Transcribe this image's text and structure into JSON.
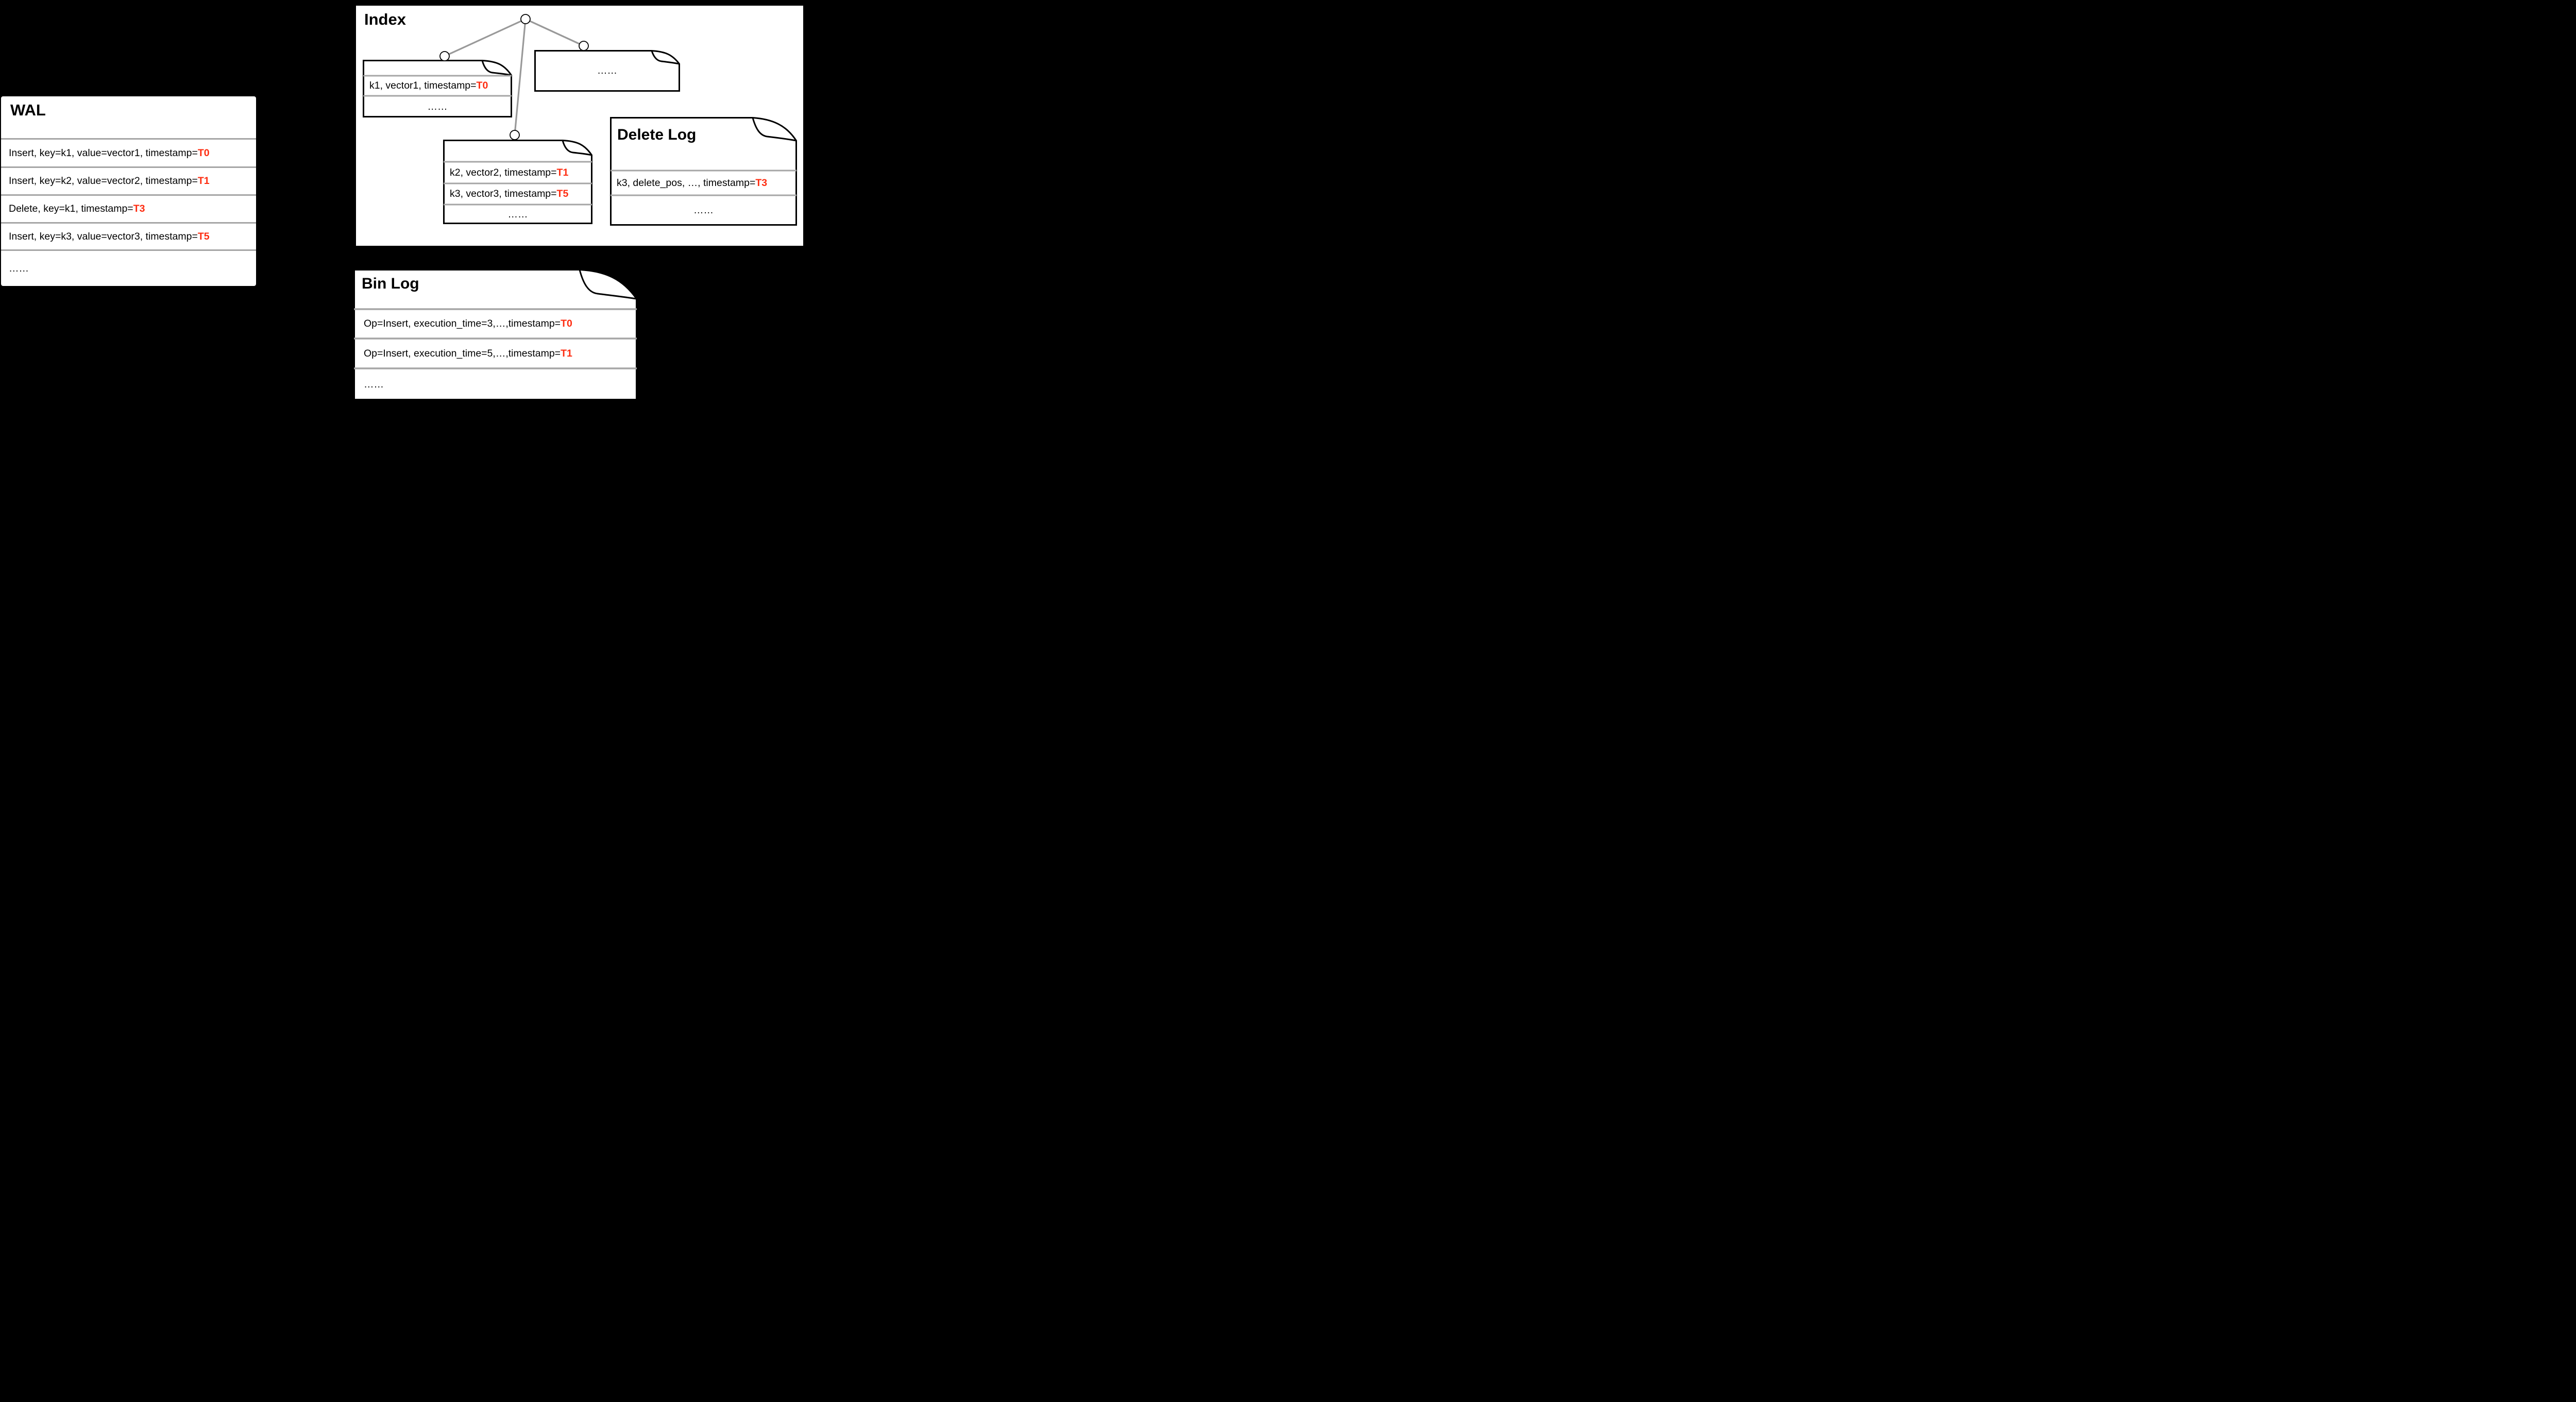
{
  "colors": {
    "background": "#000000",
    "panel_fill": "#ffffff",
    "accent_red": "#fe2b0f",
    "divider_gray": "#a6a6a6",
    "tree_line_gray": "#999999",
    "border_black": "#000000"
  },
  "wal": {
    "title": "WAL",
    "rows": [
      {
        "text": "Insert, key=k1, value=vector1, timestamp=",
        "timestamp": "T0"
      },
      {
        "text": "Insert, key=k2, value=vector2, timestamp=",
        "timestamp": "T1"
      },
      {
        "text": "Delete, key=k1, timestamp=",
        "timestamp": "T3"
      },
      {
        "text": "Insert, key=k3, value=vector3, timestamp=",
        "timestamp": "T5"
      },
      {
        "text": "……",
        "timestamp": ""
      }
    ]
  },
  "index": {
    "title": "Index",
    "segment1": {
      "rows": [
        {
          "text": "k1, vector1, timestamp=",
          "timestamp": "T0"
        },
        {
          "text": "……",
          "timestamp": ""
        }
      ]
    },
    "segment_more": {
      "rows": [
        {
          "text": "……",
          "timestamp": ""
        }
      ]
    },
    "segment2": {
      "rows": [
        {
          "text": "k2, vector2, timestamp=",
          "timestamp": "T1"
        },
        {
          "text": "k3, vector3, timestamp=",
          "timestamp": "T5"
        },
        {
          "text": "……",
          "timestamp": ""
        }
      ]
    },
    "delete_log": {
      "title": "Delete Log",
      "rows": [
        {
          "text": "k3, delete_pos, …, timestamp=",
          "timestamp": "T3"
        },
        {
          "text": "……",
          "timestamp": ""
        }
      ]
    }
  },
  "bin_log": {
    "title": "Bin Log",
    "rows": [
      {
        "text": "Op=Insert, execution_time=3,…,timestamp=",
        "timestamp": "T0"
      },
      {
        "text": "Op=Insert, execution_time=5,…,timestamp=",
        "timestamp": "T1"
      },
      {
        "text": "……",
        "timestamp": ""
      }
    ]
  }
}
